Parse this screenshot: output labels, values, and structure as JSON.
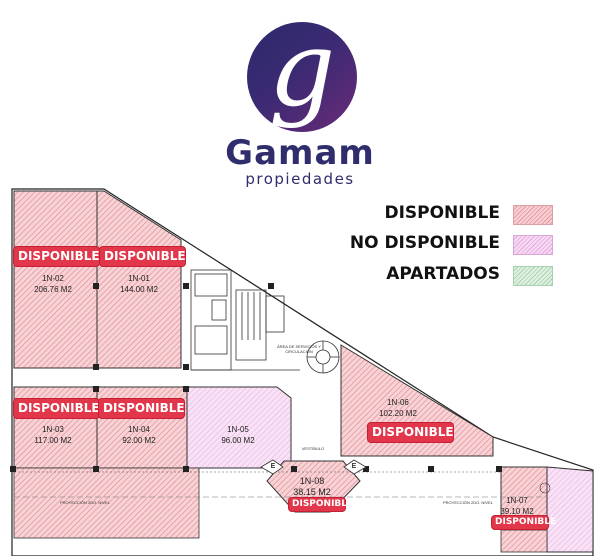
{
  "brand": {
    "logo_letter": "g",
    "name": "Gamam",
    "tagline": "propiedades"
  },
  "legend": [
    {
      "label": "DISPONIBLE",
      "status": "disponible",
      "color": "#e99aa2"
    },
    {
      "label": "NO DISPONIBLE",
      "status": "no-disponible",
      "color": "#e6a9e1"
    },
    {
      "label": "APARTADOS",
      "status": "apartado",
      "color": "#a9d3b0"
    }
  ],
  "units": [
    {
      "code": "1N-02",
      "area": "206.76 M2",
      "status": "disponible",
      "tag": "DISPONIBLE"
    },
    {
      "code": "1N-01",
      "area": "144.00 M2",
      "status": "disponible",
      "tag": "DISPONIBLE"
    },
    {
      "code": "1N-03",
      "area": "117.00 M2",
      "status": "disponible",
      "tag": "DISPONIBLE"
    },
    {
      "code": "1N-04",
      "area": "92.00 M2",
      "status": "disponible",
      "tag": "DISPONIBLE"
    },
    {
      "code": "1N-05",
      "area": "96.00 M2",
      "status": "no-disponible",
      "tag": ""
    },
    {
      "code": "1N-06",
      "area": "102.20 M2",
      "status": "disponible",
      "tag": "DISPONIBLE"
    },
    {
      "code": "1N-08",
      "area": "38.15 M2",
      "status": "disponible",
      "tag": "DISPONIBLE"
    },
    {
      "code": "1N-07",
      "area": "39.10 M2",
      "status": "disponible",
      "tag": "DISPONIBLE"
    }
  ],
  "plan_labels": {
    "services_area": "ÁREA DE SERVICIOS Y CIRCULACIÓN",
    "lobby": "VESTÍBULO",
    "projection_left": "PROYECCIÓN 2DO. NIVEL",
    "projection_right": "PROYECCIÓN 2DO. NIVEL",
    "elevator_a": "E",
    "elevator_b": "E"
  },
  "colors": {
    "available": "#e2374a",
    "not_available": "#e6a9e1",
    "reserved": "#a9d3b0",
    "brand": "#2f2d6c"
  }
}
